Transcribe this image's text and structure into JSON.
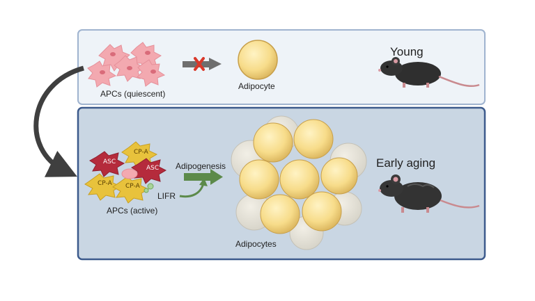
{
  "panels": {
    "top": {
      "cells_label": "APCs (quiescent)",
      "blocked_icon": "x-mark-icon",
      "target_label": "Adipocyte",
      "condition_label": "Young"
    },
    "bottom": {
      "cells_label": "APCs (active)",
      "cell_tags": [
        "ASC",
        "CP-A",
        "ASC",
        "CP-A",
        "CP-A"
      ],
      "process_label": "Adipogenesis",
      "receptor_label": "LIFR",
      "target_label": "Adipocytes",
      "condition_label": "Early aging"
    }
  },
  "colors": {
    "top_panel_fill": "#eef3f8",
    "top_panel_border": "#9fb3cf",
    "bottom_panel_fill": "#c9d6e3",
    "bottom_panel_border": "#3c5a8c",
    "quiescent_cell": "#f3a9b0",
    "asc_cell": "#b52b3c",
    "cpa_cell": "#e8c23c",
    "adipocyte": "#f7dc8a",
    "arrow_gray": "#6e6e6e",
    "x_red": "#d9382a",
    "arrow_green": "#5c8a4a",
    "mouse": "#2f2f2f"
  }
}
